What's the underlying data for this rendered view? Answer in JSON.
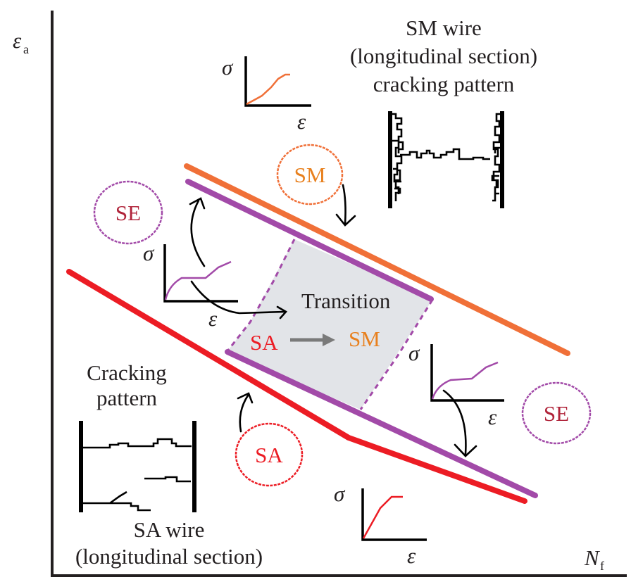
{
  "axes": {
    "y_label": "ε",
    "y_label_sub": "a",
    "x_label": "N",
    "x_label_sub": "f"
  },
  "colors": {
    "sm": "#f07038",
    "se": "#a24aa8",
    "sa": "#ec1c24",
    "se_text": "#b0243a",
    "sm_text": "#e8801e",
    "transition_fill": "#e2e4e8",
    "transition_arrow": "#7a7a7a",
    "axis": "#231f20"
  },
  "bands": [
    {
      "name": "SM",
      "description": "upper orange fatigue line"
    },
    {
      "name": "SE",
      "description": "purple fatigue lines bounding transition"
    },
    {
      "name": "SA",
      "description": "lower red fatigue line"
    }
  ],
  "circles": {
    "sm_top": "SM",
    "se_left": "SE",
    "se_right": "SE",
    "sa_bottom": "SA"
  },
  "transition": {
    "title": "Transition",
    "from": "SA",
    "to": "SM"
  },
  "mini_plots": {
    "sigma": "σ",
    "epsilon": "ε"
  },
  "sm_wire": {
    "line1": "SM wire",
    "line2": "(longitudinal section)",
    "line3": "cracking pattern"
  },
  "sa_wire": {
    "heading1": "Cracking",
    "heading2": "pattern",
    "line1": "SA wire",
    "line2": "(longitudinal section)"
  }
}
